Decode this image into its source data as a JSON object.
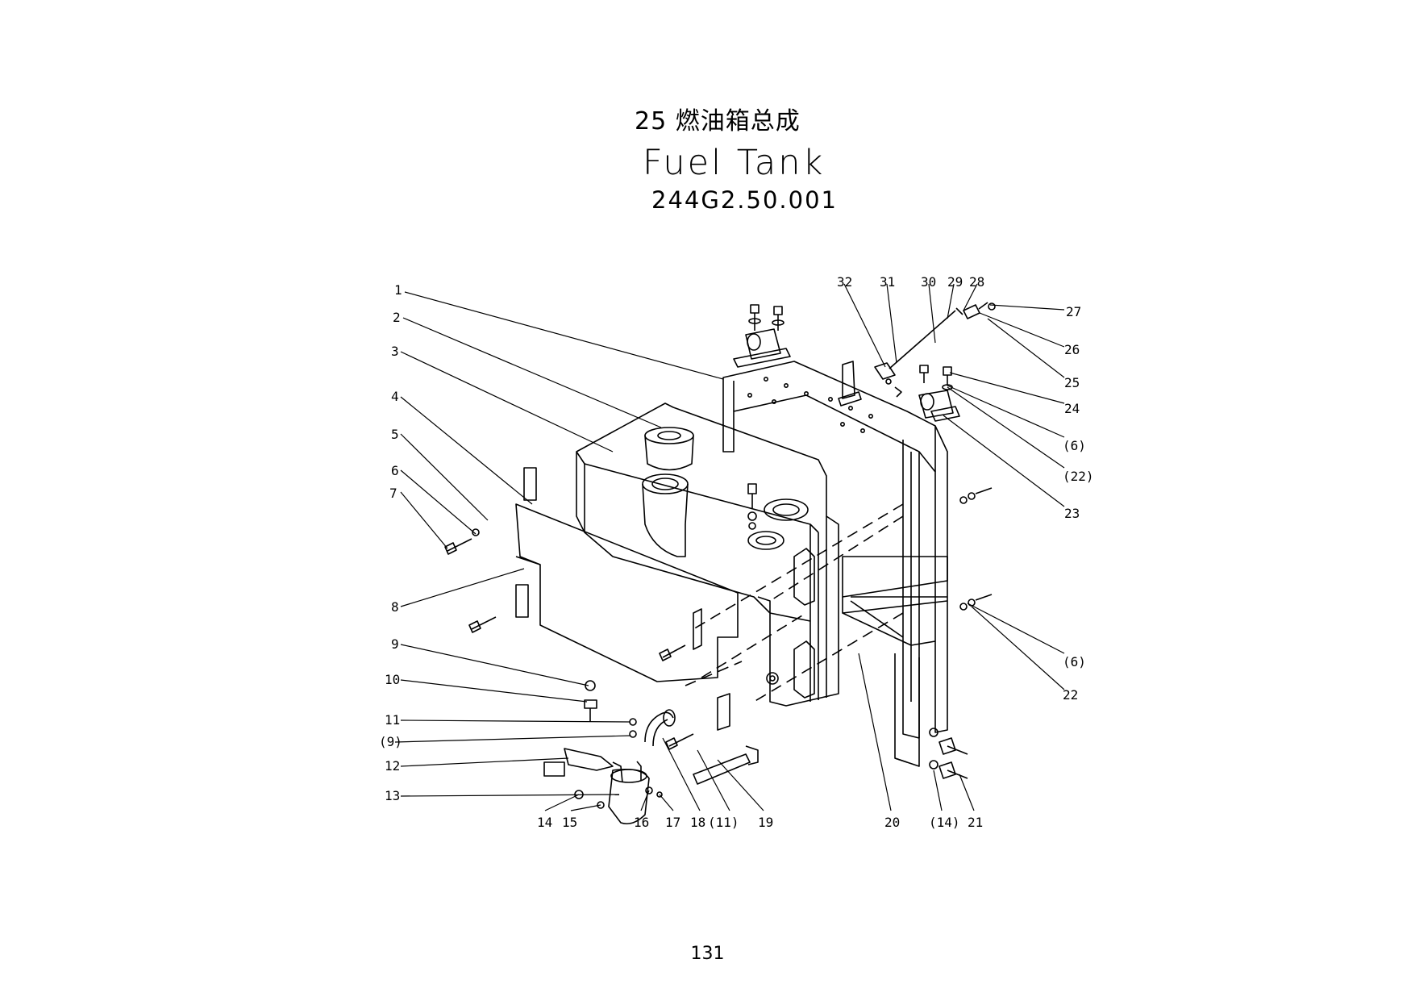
{
  "header": {
    "title_zh": "25 燃油箱总成",
    "title_en": "Fuel Tank",
    "part_code": "244G2.50.001"
  },
  "callouts": [
    "1",
    "2",
    "3",
    "4",
    "5",
    "6",
    "7",
    "8",
    "9",
    "10",
    "11",
    "(9)",
    "12",
    "13",
    "14",
    "15",
    "16",
    "17",
    "18",
    "(11)",
    "19",
    "20",
    "(14)",
    "21",
    "22",
    "(6)",
    "23",
    "(22)",
    "(6)",
    "24",
    "25",
    "26",
    "27",
    "28",
    "29",
    "30",
    "31",
    "32"
  ],
  "footer": {
    "page_number": "131"
  }
}
